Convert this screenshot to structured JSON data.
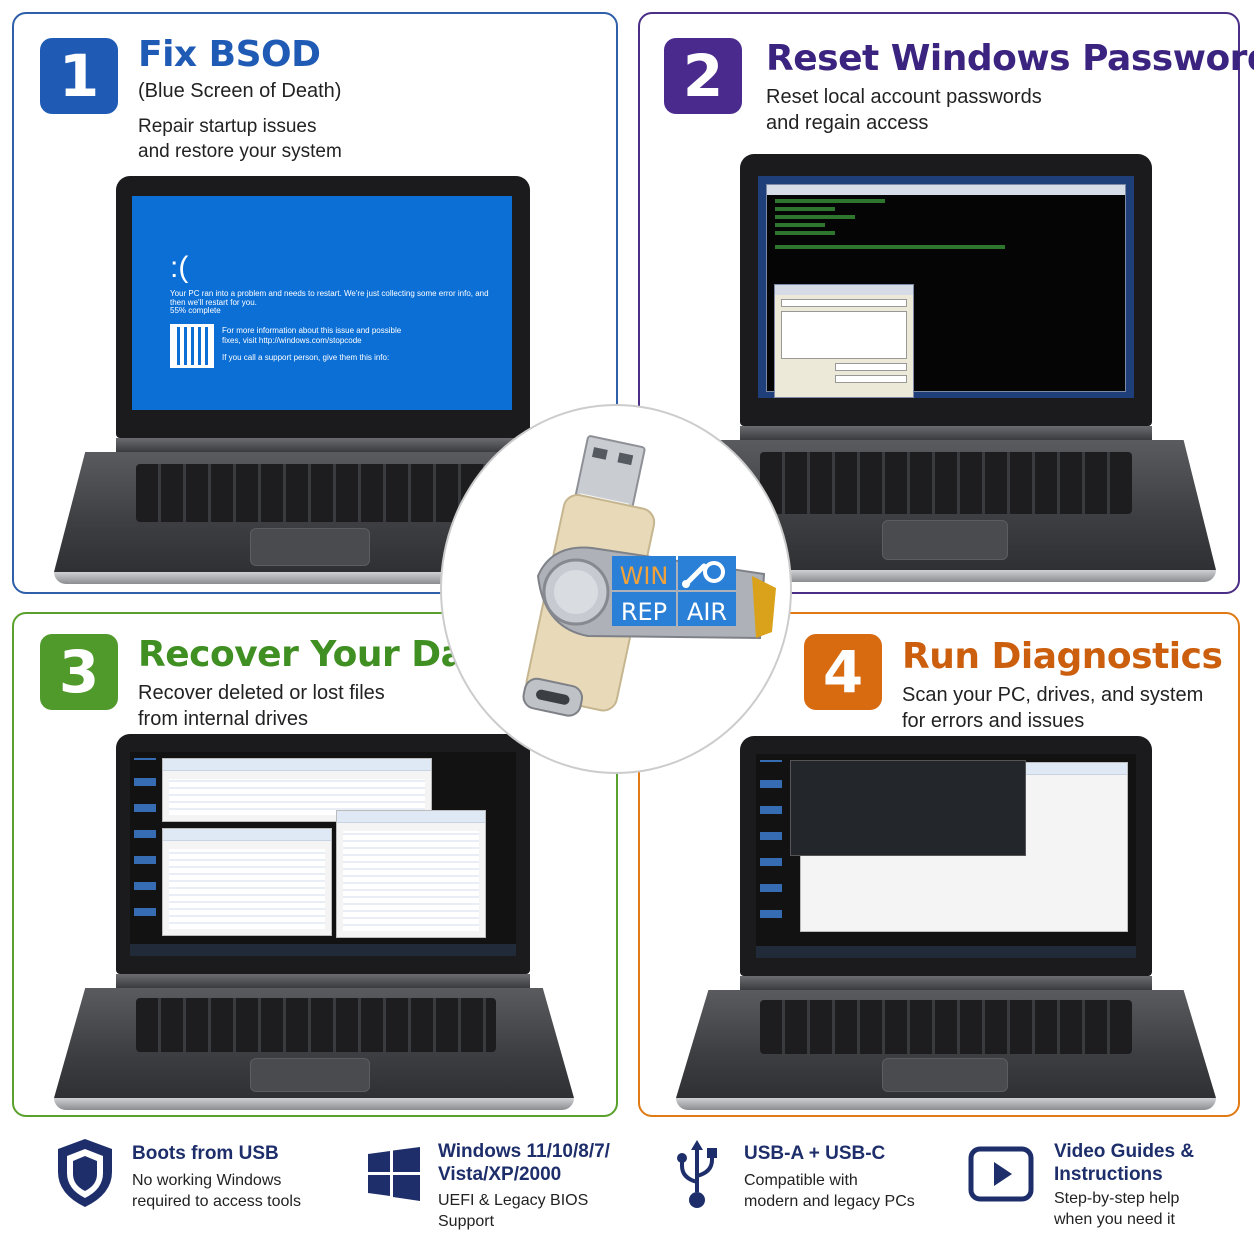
{
  "panels": [
    {
      "number": "1",
      "title": "Fix BSOD",
      "subtitle": "(Blue Screen of Death)",
      "desc": [
        "Repair startup issues",
        "and restore your system"
      ],
      "color": "#2f5fa8",
      "badge_color": "#1f5bb5"
    },
    {
      "number": "2",
      "title": "Reset Windows Password",
      "desc": [
        "Reset local account passwords",
        "and regain access"
      ],
      "color": "#4b2e85",
      "badge_color": "#4a2a8c"
    },
    {
      "number": "3",
      "title": "Recover Your Data",
      "desc": [
        "Recover deleted or lost files",
        "from internal drives"
      ],
      "color": "#5aa02c",
      "badge_color": "#4f9a2a"
    },
    {
      "number": "4",
      "title": "Run Diagnostics",
      "desc": [
        "Scan your PC, drives, and system",
        "for errors and issues"
      ],
      "color": "#e07a14",
      "badge_color": "#d86a10"
    }
  ],
  "bsod": {
    "face": ":(",
    "line1": "Your PC ran into a problem and needs to restart. We're just collecting some error info, and then we'll restart for you.",
    "line2": "55% complete",
    "line3": "For more information about this issue and possible fixes, visit http://windows.com/stopcode",
    "line4": "If you call a support person, give them this info:"
  },
  "usb": {
    "logo_top_left": "WIN",
    "logo_bottom_left": "REP",
    "logo_bottom_right": "AIR",
    "logo_icon": "wrench-gear-icon"
  },
  "features": [
    {
      "icon": "shield-icon",
      "title": [
        "Boots from USB"
      ],
      "desc": [
        "No working Windows",
        "required to access tools"
      ]
    },
    {
      "icon": "windows-logo-icon",
      "title": [
        "Windows 11/10/8/7/",
        "Vista/XP/2000"
      ],
      "desc": [
        "UEFI & Legacy BIOS",
        "Support"
      ]
    },
    {
      "icon": "usb-icon",
      "title": [
        "USB-A + USB-C"
      ],
      "desc": [
        "Compatible with",
        "modern and legacy PCs"
      ]
    },
    {
      "icon": "play-video-icon",
      "title": [
        "Video Guides &",
        "Instructions"
      ],
      "desc": [
        "Step-by-step help",
        "when you need it"
      ]
    }
  ],
  "colors": {
    "title_blue": "#1f5bb5",
    "title_purple": "#3b2380",
    "title_green": "#3f8f22",
    "title_orange": "#cc5f0e",
    "feature_navy": "#1d2e6b"
  }
}
